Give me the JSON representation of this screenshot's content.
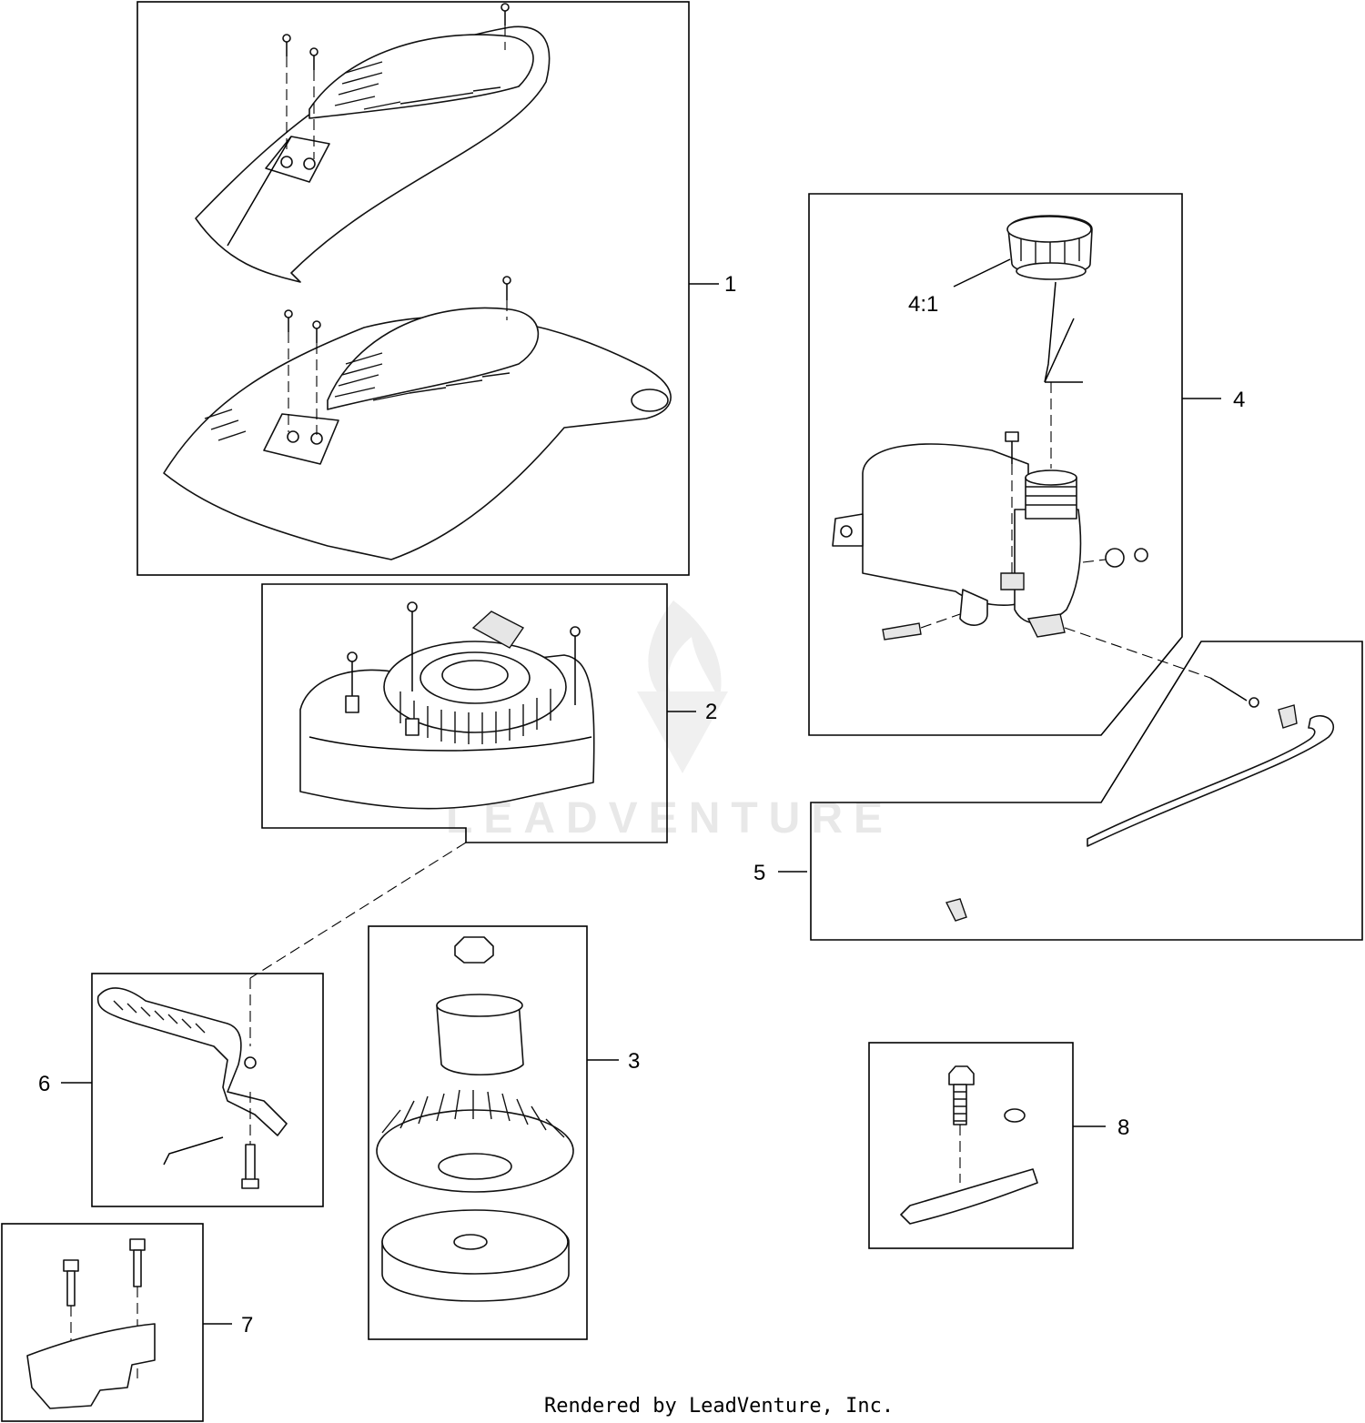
{
  "callouts": [
    {
      "id": "1",
      "label": "1"
    },
    {
      "id": "2",
      "label": "2"
    },
    {
      "id": "3",
      "label": "3"
    },
    {
      "id": "4",
      "label": "4"
    },
    {
      "id": "4-1",
      "label": "4:1"
    },
    {
      "id": "5",
      "label": "5"
    },
    {
      "id": "6",
      "label": "6"
    },
    {
      "id": "7",
      "label": "7"
    },
    {
      "id": "8",
      "label": "8"
    }
  ],
  "watermark": "LEADVENTURE",
  "footer": "Rendered by LeadVenture, Inc."
}
